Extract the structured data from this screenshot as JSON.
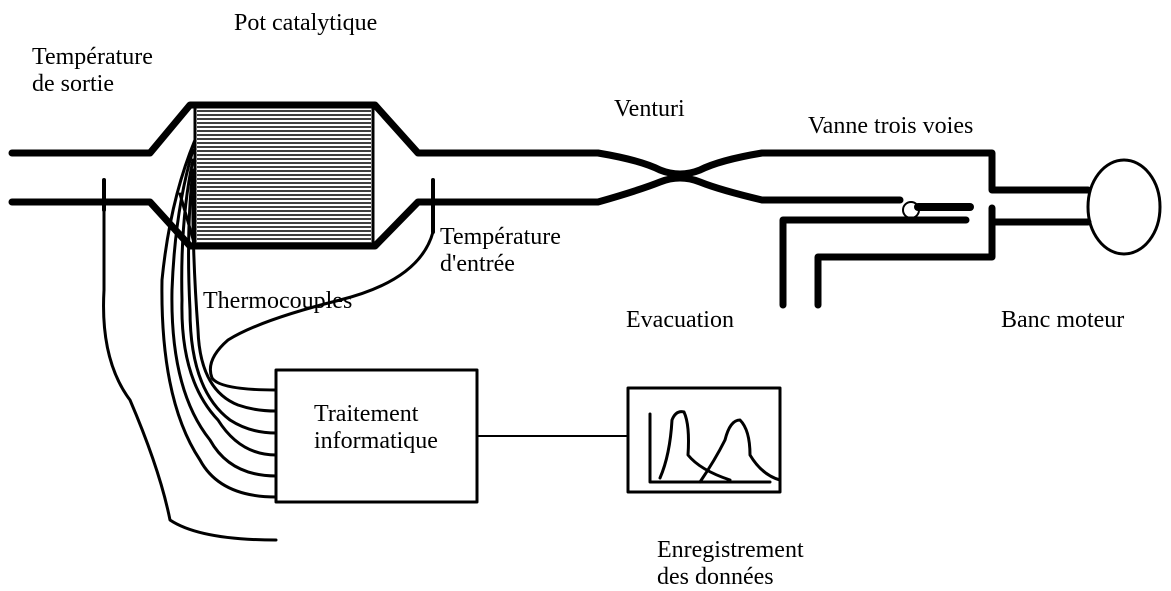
{
  "labels": {
    "pot_catalytique": "Pot catalytique",
    "temperature_sortie": [
      "Température",
      "de sortie"
    ],
    "venturi": "Venturi",
    "vanne_trois_voies": "Vanne trois voies",
    "temperature_entree": [
      "Température",
      "d'entrée"
    ],
    "thermocouples": "Thermocouples",
    "evacuation": "Evacuation",
    "banc_moteur": "Banc moteur",
    "traitement_informatique": [
      "Traitement",
      "informatique"
    ],
    "enregistrement": [
      "Enregistrement",
      "des données"
    ]
  },
  "colors": {
    "stroke": "#000000",
    "background": "#ffffff"
  }
}
